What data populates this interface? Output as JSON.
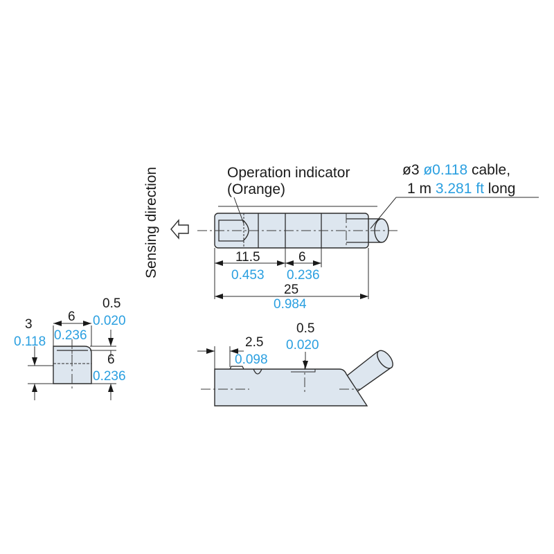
{
  "labels": {
    "sensing_direction": "Sensing direction",
    "operation_indicator_line1": "Operation indicator",
    "operation_indicator_line2": "(Orange)",
    "cable_line1_prefix": "ø3 ",
    "cable_line1_blue": "ø0.118",
    "cable_line1_suffix": " cable,",
    "cable_line2_prefix": "1 m ",
    "cable_line2_blue": "3.281 ft",
    "cable_line2_suffix": " long"
  },
  "dimensions": {
    "top_11_5": {
      "mm": "11.5",
      "inch": "0.453"
    },
    "top_6": {
      "mm": "6",
      "inch": "0.236"
    },
    "top_25": {
      "mm": "25",
      "inch": "0.984"
    },
    "front_3": {
      "mm": "3",
      "inch": "0.118"
    },
    "front_6_width": {
      "mm": "6",
      "inch": "0.236"
    },
    "front_0_5": {
      "mm": "0.5",
      "inch": "0.020"
    },
    "front_6_height": {
      "mm": "6",
      "inch": "0.236"
    },
    "side_2_5": {
      "mm": "2.5",
      "inch": "0.098"
    },
    "side_0_5": {
      "mm": "0.5",
      "inch": "0.020"
    }
  },
  "colors": {
    "body_fill": "#dde6ef",
    "inch_text": "#2a9fe0",
    "line": "#2b2b2b"
  }
}
